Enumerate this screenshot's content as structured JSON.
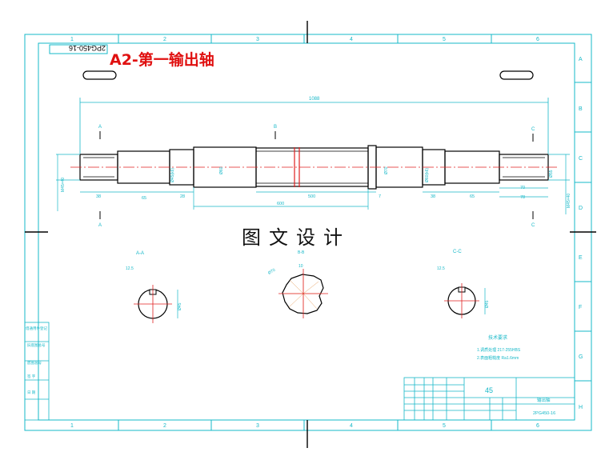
{
  "drawing": {
    "title": "A2-第一输出轴",
    "code_mirrored": "2PG450-16",
    "watermark": "图文设计",
    "colors": {
      "frame": "#16b8c8",
      "outline": "#000000",
      "centerline": "#e02020"
    },
    "column_numbers": [
      "1",
      "2",
      "3",
      "4",
      "5",
      "6"
    ],
    "row_letters": [
      "A",
      "B",
      "C",
      "D",
      "E",
      "F",
      "G",
      "H"
    ]
  },
  "shaft": {
    "overall_length": "1088",
    "dims_bottom": [
      "38",
      "65",
      "28",
      "600",
      "500",
      "7",
      "38",
      "65",
      "70",
      "78"
    ],
    "dims_vertical": [
      "M45×40",
      "Ø45(k6)",
      "Ø60",
      "Ø70",
      "Ø60(k6)",
      "Ø55",
      "M45×40"
    ],
    "section_marks": [
      "A",
      "B",
      "C",
      "A",
      "C"
    ]
  },
  "sections": [
    {
      "label": "A-A",
      "dim_top": "12.5",
      "dim_side": "Ø45"
    },
    {
      "label": "B-B",
      "dim_top": "10",
      "dim_side": "Ø70"
    },
    {
      "label": "C-C",
      "dim_top": "12.5",
      "dim_side": "Ø45"
    }
  ],
  "notes": {
    "title": "技术要求",
    "lines": [
      "1.调质处理 217-255HBS",
      "2.表面粗糙度 Ra1.6mm"
    ]
  },
  "title_block": {
    "material": "45",
    "part_name": "输出轴",
    "drawing_no": "2PG450-16",
    "left_labels": [
      "借通用件登记",
      "旧底图总号",
      "底图总号",
      "签 字",
      "日 期"
    ]
  }
}
